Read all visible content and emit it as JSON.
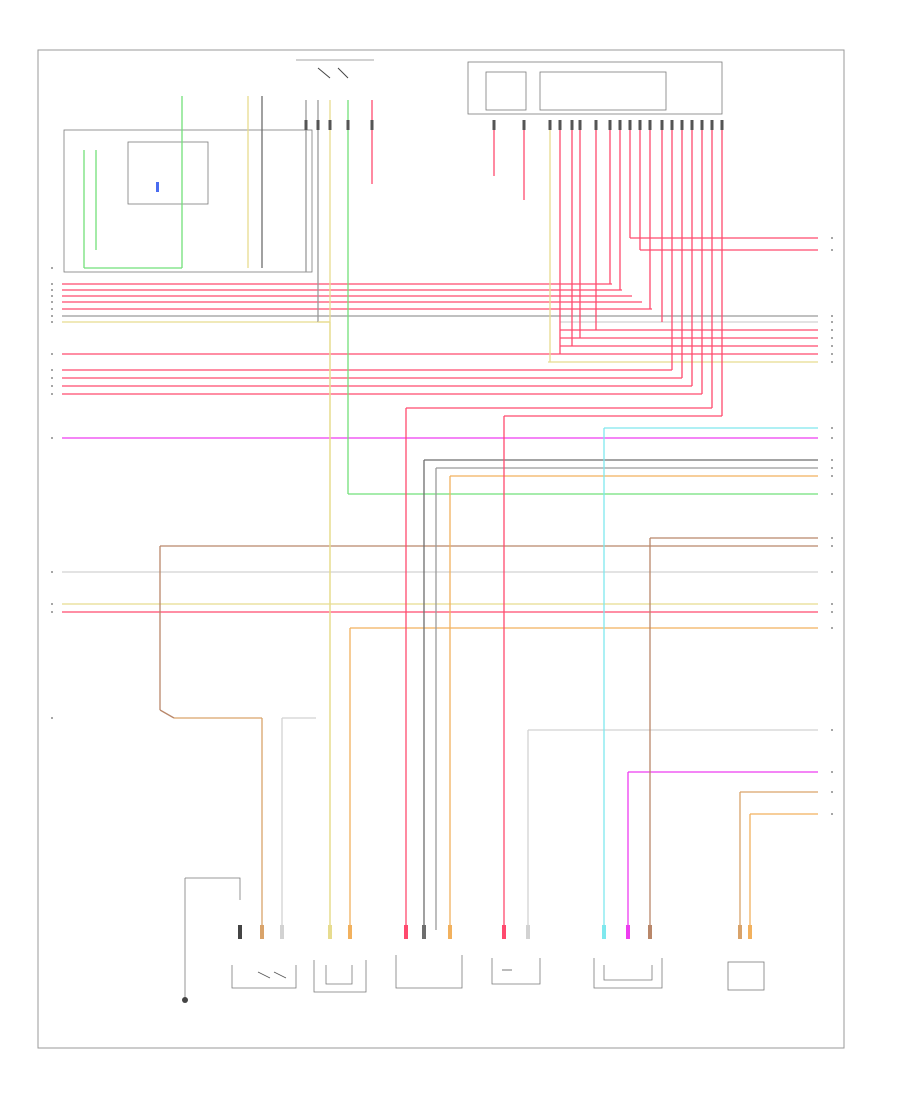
{
  "diagram": {
    "footer_code": "",
    "colors": {
      "red": "#ff4a6e",
      "pink": "#ff6f9a",
      "magenta": "#ee3cf0",
      "green": "#72e07a",
      "yellow": "#e7dc8f",
      "tan": "#d9a36a",
      "brown": "#b9876a",
      "orange": "#f2b15e",
      "lightblue": "#7fe8ee",
      "gray": "#9a9a9a",
      "darkgray": "#6e6e6e",
      "white": "#d2d2d2",
      "black": "#444444"
    },
    "components": [
      {
        "id": "top-left-switch-module",
        "label": ""
      },
      {
        "id": "ignition-switch",
        "label": ""
      },
      {
        "id": "fuse-block",
        "label": ""
      },
      {
        "id": "ground-connector",
        "label": ""
      },
      {
        "id": "fuel-pump-module",
        "label": ""
      },
      {
        "id": "fuel-level-sensor",
        "label": ""
      },
      {
        "id": "evap-purge-solenoid",
        "label": ""
      },
      {
        "id": "evap-vent-solenoid",
        "label": ""
      },
      {
        "id": "fuel-tank-pressure-sensor",
        "label": ""
      },
      {
        "id": "fuel-injector-unit",
        "label": ""
      }
    ]
  }
}
